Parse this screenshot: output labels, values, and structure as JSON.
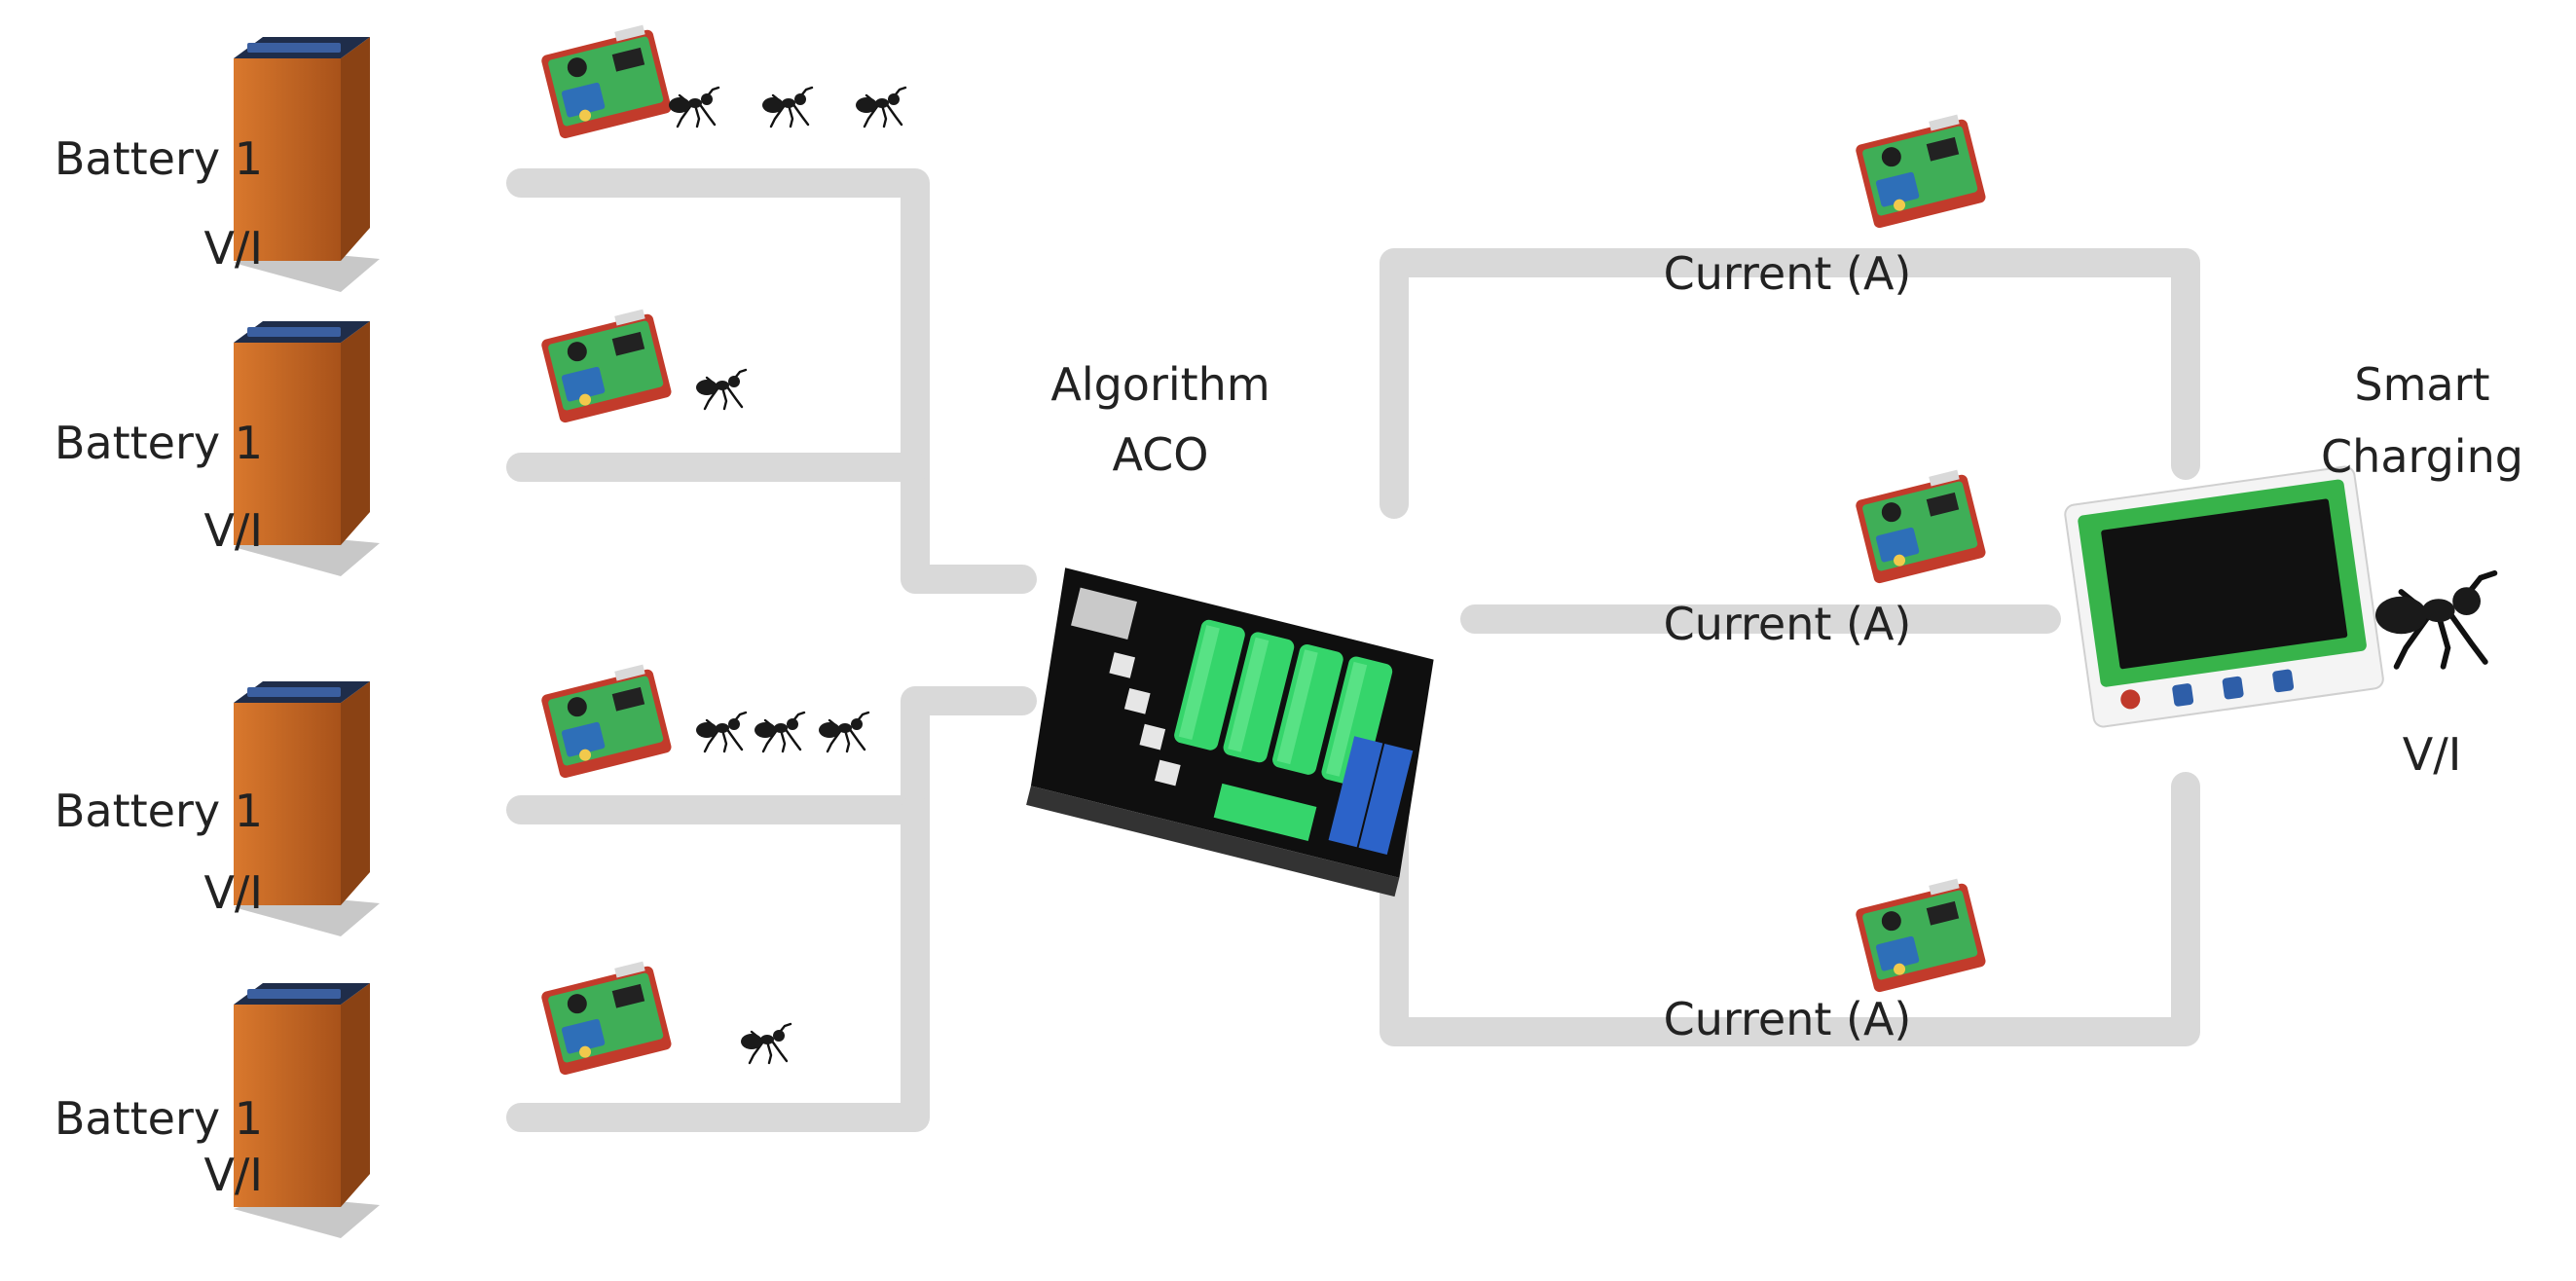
{
  "batteries": [
    {
      "label": "Battery 1",
      "reading": "V/I",
      "ants": 3
    },
    {
      "label": "Battery 1",
      "reading": "V/I",
      "ants": 1
    },
    {
      "label": "Battery 1",
      "reading": "V/I",
      "ants": 3
    },
    {
      "label": "Battery 1",
      "reading": "V/I",
      "ants": 1
    }
  ],
  "controller": {
    "line1": "Algorithm",
    "line2": "ACO"
  },
  "paths": [
    {
      "label": "Current (A)"
    },
    {
      "label": "Current (A)"
    },
    {
      "label": "Current (A)"
    }
  ],
  "charger": {
    "line1": "Smart",
    "line2": "Charging",
    "reading": "V/I"
  },
  "colors": {
    "wire": "#d9d9d9",
    "battery": "#c8661f",
    "battery_top": "#1f2d4a",
    "board_green": "#3fae57",
    "board_red": "#c23b2b",
    "board_blue": "#2e6fb8",
    "relay_green": "#35d56b",
    "lcd_frame": "#37b34a",
    "text": "#222222"
  }
}
